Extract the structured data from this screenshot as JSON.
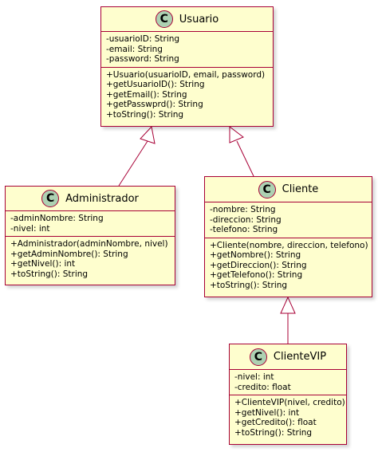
{
  "icon_letter": "C",
  "colors": {
    "fill": "#FEFECE",
    "border": "#A80036",
    "icon": "#ADD1B2"
  },
  "classes": {
    "usuario": {
      "name": "Usuario",
      "attributes": [
        "-usuarioID: String",
        "-email: String",
        "-password: String"
      ],
      "methods": [
        "+Usuario(usuarioID, email, password)",
        "+getUsuarioID(): String",
        "+getEmail(): String",
        "+getPasswprd(): String",
        "+toString(): String"
      ]
    },
    "administrador": {
      "name": "Administrador",
      "attributes": [
        "-adminNombre: String",
        "-nivel: int"
      ],
      "methods": [
        "+Administrador(adminNombre, nivel)",
        "+getAdminNombre(): String",
        "+getNivel(): int",
        "+toString(): String"
      ]
    },
    "cliente": {
      "name": "Cliente",
      "attributes": [
        "-nombre: String",
        "-direccion: String",
        "-telefono: String"
      ],
      "methods": [
        "+Cliente(nombre, direccion, telefono)",
        "+getNombre(): String",
        "+getDireccion(): String",
        "+getTelefono(): String",
        "+toString(): String"
      ]
    },
    "clientevip": {
      "name": "ClienteVIP",
      "attributes": [
        "-nivel: int",
        "-credito: float"
      ],
      "methods": [
        "+ClienteVIP(nivel, credito)",
        "+getNivel(): int",
        "+getCredito(): float",
        "+toString(): String"
      ]
    }
  },
  "relations": [
    {
      "from": "Administrador",
      "to": "Usuario",
      "type": "generalization"
    },
    {
      "from": "Cliente",
      "to": "Usuario",
      "type": "generalization"
    },
    {
      "from": "ClienteVIP",
      "to": "Cliente",
      "type": "generalization"
    }
  ]
}
